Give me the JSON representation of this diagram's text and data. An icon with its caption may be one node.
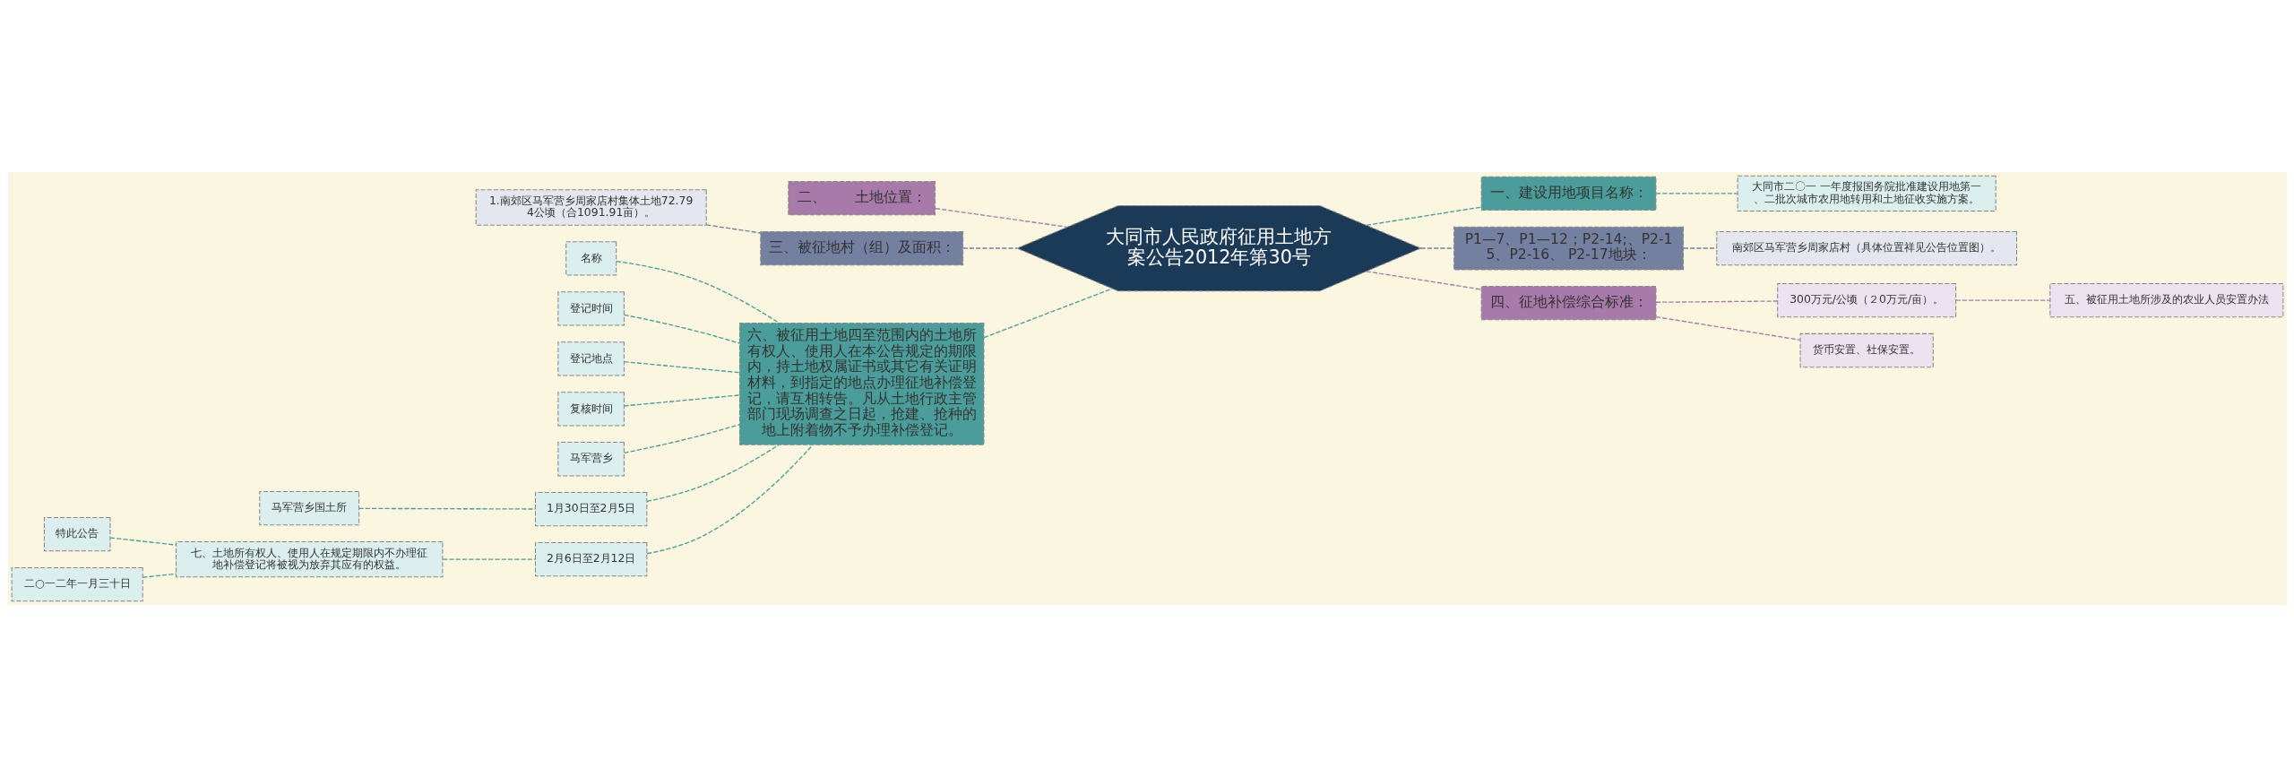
{
  "diagram": {
    "nodes": [
      {
        "text": [
          "大同市人民政府征用土地方案公告2012年第30号"
        ]
      },
      {
        "text": [
          "一、建设用地项目名称："
        ]
      },
      {
        "text": [
          "大同市二〇一 一年度报国务院批准建设用地第一、二批次城市农用地转用和土地征收实施方案。"
        ]
      },
      {
        "text": [
          "P1—7、P1—12；P2-14;、P2-15、P2-16、 P2-17地块："
        ]
      },
      {
        "text": [
          "南郊区马军营乡周家店村（具体位置祥见公告位置图）。"
        ]
      },
      {
        "text": [
          "四、征地补偿综合标准："
        ]
      },
      {
        "text": [
          "300万元/公顷（２0万元/亩）。"
        ]
      },
      {
        "text": [
          "五、被征用土地所涉及的农业人员安置办法"
        ]
      },
      {
        "text": [
          "货币安置、社保安置。"
        ]
      },
      {
        "text": [
          "二、　　土地位置："
        ]
      },
      {
        "text": [
          "三、被征地村（组）及面积："
        ]
      },
      {
        "text": [
          "1.南郊区马军营乡周家店村集体土地72.794公顷（合1091.91亩）。"
        ]
      },
      {
        "text": [
          "六、被征用土地四至范围内的土地所有权人、使用人在本公告规定的期限内，持土地权属证书或其它有关证明材料，到指定的地点办理征地补偿登记，请互相转告。凡从土地行政主管部门现场调查之日起，抢建、抢种的地上附着物不予办理补偿登记。"
        ]
      },
      {
        "text": [
          "名称"
        ]
      },
      {
        "text": [
          "登记时间"
        ]
      },
      {
        "text": [
          "登记地点"
        ]
      },
      {
        "text": [
          "复核时间"
        ]
      },
      {
        "text": [
          "马军营乡"
        ]
      },
      {
        "text": [
          "1月30日至2月5日"
        ]
      },
      {
        "text": [
          "马军营乡国土所"
        ]
      },
      {
        "text": [
          "2月6日至2月12日"
        ]
      },
      {
        "text": [
          "七、土地所有权人、使用人在规定期限内不办理征地补偿登记将被视为放弃其应有的权益。"
        ]
      },
      {
        "text": [
          "特此公告"
        ]
      },
      {
        "text": [
          "二○一二年一月三十日"
        ]
      }
    ],
    "edges": [
      {
        "from": 0,
        "to": 1,
        "arrow": "none",
        "style": "dashed"
      },
      {
        "from": 1,
        "to": 2,
        "arrow": "none",
        "style": "dashed"
      },
      {
        "from": 0,
        "to": 3,
        "arrow": "none",
        "style": "dashed",
        "color": "#7480a0"
      },
      {
        "from": 3,
        "to": 4,
        "arrow": "none",
        "style": "dashed",
        "color": "#7480a0"
      },
      {
        "from": 0,
        "to": 5,
        "arrow": "none",
        "style": "dashed",
        "color": "#a87aaa"
      },
      {
        "from": 5,
        "to": 6,
        "arrow": "none",
        "style": "dashed",
        "color": "#a87aaa"
      },
      {
        "from": 6,
        "to": 7,
        "arrow": "none",
        "style": "dashed",
        "color": "#a87aaa"
      },
      {
        "from": 5,
        "to": 8,
        "arrow": "none",
        "style": "dashed",
        "color": "#a87aaa"
      },
      {
        "from": 9,
        "to": 0,
        "arrow": "none",
        "style": "dashed",
        "color": "#a87aaa"
      },
      {
        "from": 10,
        "to": 0,
        "arrow": "none",
        "style": "dashed",
        "color": "#7480a0"
      },
      {
        "from": 11,
        "to": 10,
        "arrow": "none",
        "style": "dashed",
        "color": "#7480a0"
      },
      {
        "from": 12,
        "to": 0,
        "arrow": "none",
        "style": "dashed"
      },
      {
        "from": 13,
        "to": 12,
        "arrow": "none",
        "style": "dashed"
      },
      {
        "from": 14,
        "to": 12,
        "arrow": "none",
        "style": "dashed"
      },
      {
        "from": 15,
        "to": 12,
        "arrow": "none",
        "style": "dashed"
      },
      {
        "from": 16,
        "to": 12,
        "arrow": "none",
        "style": "dashed"
      },
      {
        "from": 17,
        "to": 12,
        "arrow": "none",
        "style": "dashed"
      },
      {
        "from": 18,
        "to": 12,
        "arrow": "none",
        "style": "dashed"
      },
      {
        "from": 19,
        "to": 18,
        "arrow": "none",
        "style": "dashed"
      },
      {
        "from": 20,
        "to": 12,
        "arrow": "none",
        "style": "dashed"
      },
      {
        "from": 21,
        "to": 20,
        "arrow": "none",
        "style": "dashed"
      },
      {
        "from": 22,
        "to": 21,
        "arrow": "none",
        "style": "dashed"
      },
      {
        "from": 23,
        "to": 21,
        "arrow": "none",
        "style": "dashed"
      }
    ]
  }
}
